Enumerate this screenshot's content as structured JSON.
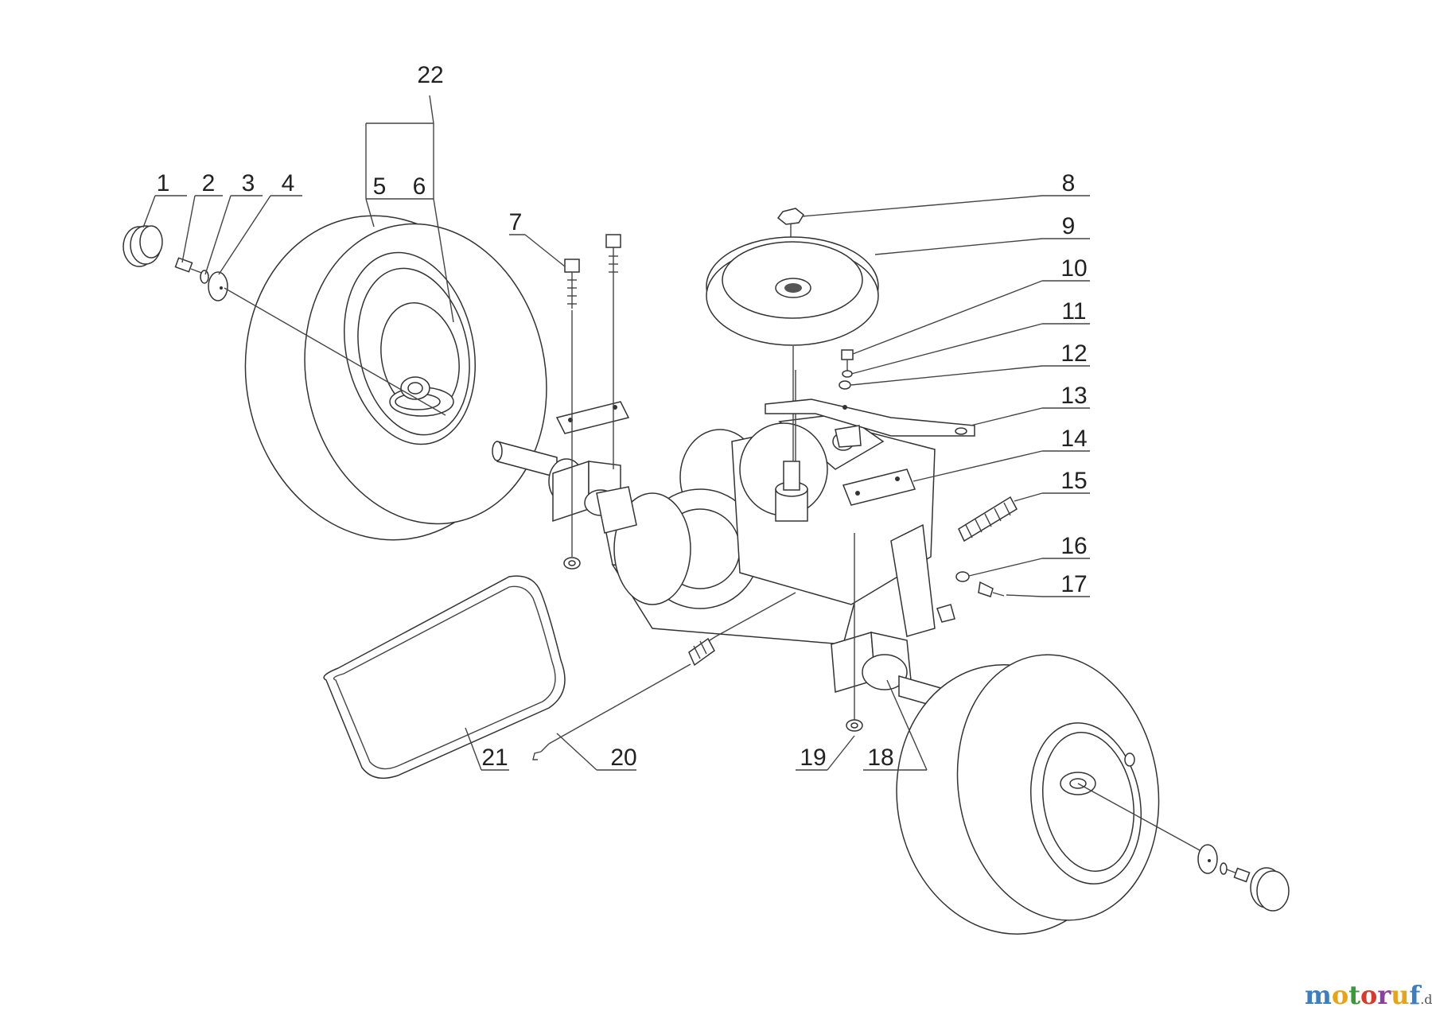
{
  "callouts": [
    {
      "id": "c1",
      "number": "1"
    },
    {
      "id": "c2",
      "number": "2"
    },
    {
      "id": "c3",
      "number": "3"
    },
    {
      "id": "c4",
      "number": "4"
    },
    {
      "id": "c5",
      "number": "5"
    },
    {
      "id": "c6",
      "number": "6"
    },
    {
      "id": "c7",
      "number": "7"
    },
    {
      "id": "c8",
      "number": "8"
    },
    {
      "id": "c9",
      "number": "9"
    },
    {
      "id": "c10",
      "number": "10"
    },
    {
      "id": "c11",
      "number": "11"
    },
    {
      "id": "c12",
      "number": "12"
    },
    {
      "id": "c13",
      "number": "13"
    },
    {
      "id": "c14",
      "number": "14"
    },
    {
      "id": "c15",
      "number": "15"
    },
    {
      "id": "c16",
      "number": "16"
    },
    {
      "id": "c17",
      "number": "17"
    },
    {
      "id": "c18",
      "number": "18"
    },
    {
      "id": "c19",
      "number": "19"
    },
    {
      "id": "c20",
      "number": "20"
    },
    {
      "id": "c21",
      "number": "21"
    },
    {
      "id": "c22",
      "number": "22"
    }
  ],
  "watermark": {
    "letters": [
      "m",
      "o",
      "t",
      "o",
      "r",
      "u",
      "f"
    ],
    "letter_colors": [
      "#3a7fc1",
      "#e8a317",
      "#3a9a3a",
      "#d93a2a",
      "#8b3fa0",
      "#e8a317",
      "#3a7fc1"
    ],
    "tld": ".de"
  }
}
